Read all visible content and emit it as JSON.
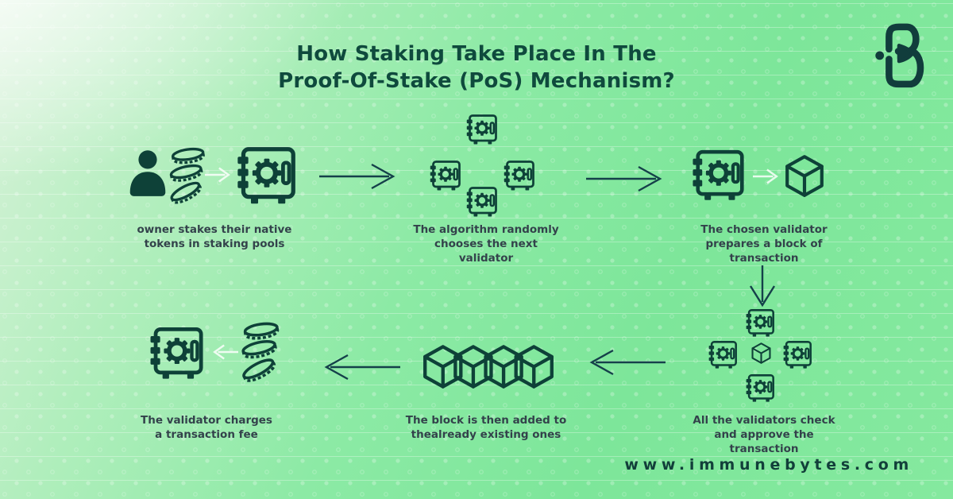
{
  "title": {
    "line1": "How Staking Take Place In The",
    "line2": "Proof-Of-Stake (PoS) Mechanism?"
  },
  "brand": {
    "logo_name": "immunebytes-logo",
    "website": "www.immunebytes.com"
  },
  "steps": [
    {
      "caption": "owner stakes their native\ntokens in staking pools",
      "icons": [
        "person-icon",
        "coins-icon",
        "small-arrow-right-icon",
        "safe-icon"
      ]
    },
    {
      "caption": "The algorithm randomly\nchooses the next\nvalidator",
      "icons": [
        "safe-icon",
        "safe-icon",
        "safe-icon",
        "safe-icon"
      ]
    },
    {
      "caption": "The chosen validator\nprepares a block of\ntransaction",
      "icons": [
        "safe-icon",
        "small-arrow-right-icon",
        "cube-icon"
      ]
    },
    {
      "caption": "All the validators check\nand approve the\ntransaction",
      "icons": [
        "safe-icon",
        "safe-icon",
        "cube-icon",
        "safe-icon",
        "safe-icon"
      ]
    },
    {
      "caption": "The block is then added to\nthealready existing ones",
      "icons": [
        "cube-icon",
        "cube-icon",
        "cube-icon",
        "cube-icon"
      ]
    },
    {
      "caption": "The validator charges\na transaction fee",
      "icons": [
        "safe-icon",
        "small-arrow-left-icon",
        "coins-icon"
      ]
    }
  ],
  "flow_arrows": [
    "arrow-right",
    "arrow-right",
    "arrow-down",
    "arrow-left",
    "arrow-left"
  ],
  "colors": {
    "icon_dark_teal": "#0e4138",
    "title_teal": "#0f4a3d",
    "caption_slate": "#33424b",
    "background_green": "#7de69a",
    "background_pale": "#e9f6ea",
    "arrow_dark": "#15404a",
    "arrow_light": "rgba(255,255,255,0.82)"
  }
}
